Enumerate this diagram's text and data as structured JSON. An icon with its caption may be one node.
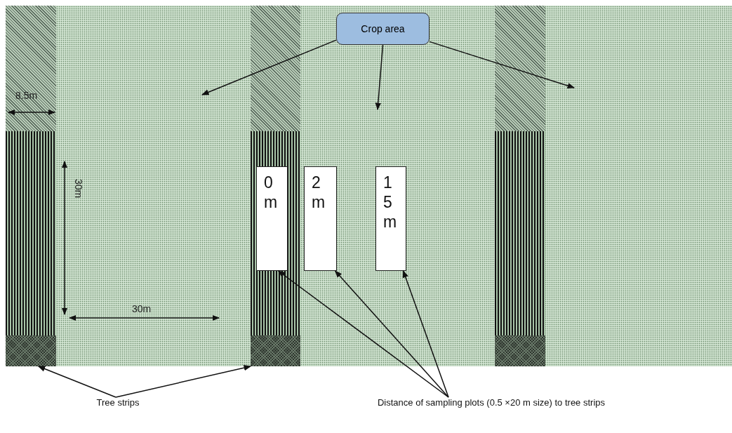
{
  "diagram": {
    "nodes": [
      {
        "text": [],
        "shape": "bar"
      },
      {
        "text": [],
        "shape": "bar"
      },
      {
        "text": [],
        "shape": "bar"
      },
      {
        "text": [
          "Crop area"
        ]
      },
      {
        "text": [
          "0 m"
        ],
        "in": 1
      },
      {
        "text": [
          "2 m"
        ]
      },
      {
        "text": [
          "15 m"
        ]
      },
      {
        "text": [
          "Tree strips"
        ]
      },
      {
        "text": [
          "Distance of sampling plots (0.5 ×20 m size) to tree strips"
        ]
      }
    ],
    "edges": [
      {
        "from": 3,
        "to": null,
        "arrow": "to"
      },
      {
        "from": 3,
        "to": null,
        "arrow": "to"
      },
      {
        "from": 3,
        "to": null,
        "arrow": "to"
      },
      {
        "from": 7,
        "to": 0,
        "arrow": "to"
      },
      {
        "from": 7,
        "to": 1,
        "arrow": "to"
      },
      {
        "from": 8,
        "to": 4,
        "arrow": "to"
      },
      {
        "from": 8,
        "to": 5,
        "arrow": "to"
      },
      {
        "from": 8,
        "to": 6,
        "arrow": "to"
      }
    ],
    "labels": [
      "8.5m",
      "30m",
      "30m"
    ]
  }
}
